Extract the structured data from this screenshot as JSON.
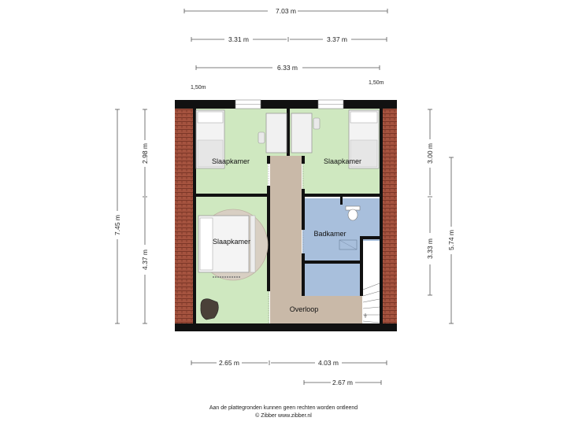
{
  "dimensions": {
    "top_total": "7.03 m",
    "top_left": "3.31 m",
    "top_right": "3.37 m",
    "top_inner": "6.33 m",
    "height_left_marker": "1,50m",
    "height_right_marker": "1,50m",
    "left_outer": "7.45 m",
    "left_upper": "2.98 m",
    "left_lower": "4.37 m",
    "right_upper": "3.00 m",
    "right_lower": "3.33 m",
    "right_outer": "5.74 m",
    "bottom_left": "2.65 m",
    "bottom_right": "4.03 m",
    "bottom_inner": "2.67 m"
  },
  "rooms": {
    "bedroom_top_left": "Slaapkamer",
    "bedroom_top_right": "Slaapkamer",
    "bedroom_bottom_left": "Slaapkamer",
    "bathroom": "Badkamer",
    "landing": "Overloop"
  },
  "colors": {
    "bedroom": "#cfe8c0",
    "bathroom": "#a8bfdc",
    "landing": "#c9b9a8",
    "roof_tiles": "#a5533f",
    "wall": "#111111"
  },
  "footer": {
    "line1": "Aan de plattegronden kunnen geen rechten worden ontleend",
    "line2": "© Zibber www.zibber.nl"
  }
}
